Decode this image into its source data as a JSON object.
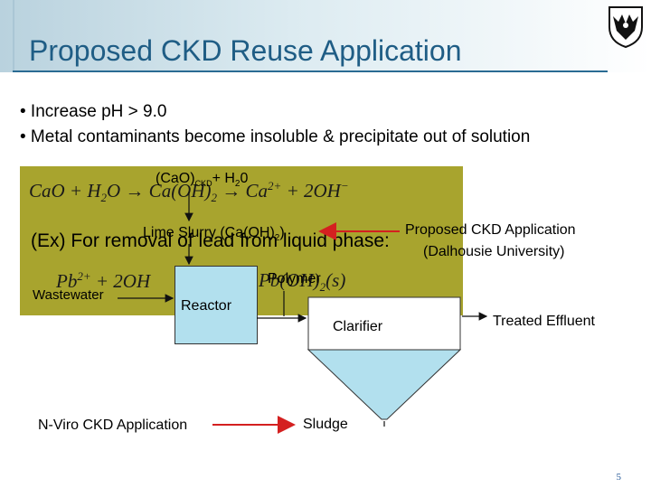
{
  "slide": {
    "title": "Proposed CKD Reuse Application",
    "page_number": "5"
  },
  "bullets": [
    "• Increase pH > 9.0",
    "• Metal contaminants become insoluble & precipitate out of solution"
  ],
  "equations": {
    "eq1_left": "CaO + H",
    "eq1_sub": "2",
    "eq1_right": "O → Ca(OH)",
    "eq1_sub2": "2",
    "eq1_arrow2": "→ Ca",
    "eq1_sup": "2+",
    "eq1_tail": "+ 2OH",
    "eq1_tail_sup": "−",
    "example_text": "(Ex)  For removal of lead from liquid phase:",
    "eq2_left": "Pb",
    "eq2_sup": "2+",
    "eq2_mid": "+ 2OH",
    "eq2_right": "Pb(OH)",
    "eq2_sub": "2",
    "eq2_state": "(s)"
  },
  "flow": {
    "cao_input": "(CaO)",
    "cao_sub": "CKD",
    "cao_plus": "+ H",
    "h2o_sub": "2",
    "h2o_tail": "0",
    "lime_slurry": "Lime Slurry (Ca(OH)",
    "lime_sub": "2",
    "lime_tail": ")",
    "proposed_app_line1": "Proposed CKD Application",
    "proposed_app_line2": "(Dalhousie University)",
    "polymer": "Polymer",
    "wastewater": "Wastewater",
    "reactor": "Reactor",
    "clarifier": "Clarifier",
    "treated_effluent": "Treated Effluent",
    "nviro_app": "N-Viro CKD Application",
    "sludge": "Sludge"
  },
  "colors": {
    "title": "#1f5d85",
    "reaction_box": "#a8a42e",
    "reactor_fill": "#b2e0ee",
    "clarifier_fill": "#b2e0ee",
    "red_arrow": "#d42020"
  }
}
